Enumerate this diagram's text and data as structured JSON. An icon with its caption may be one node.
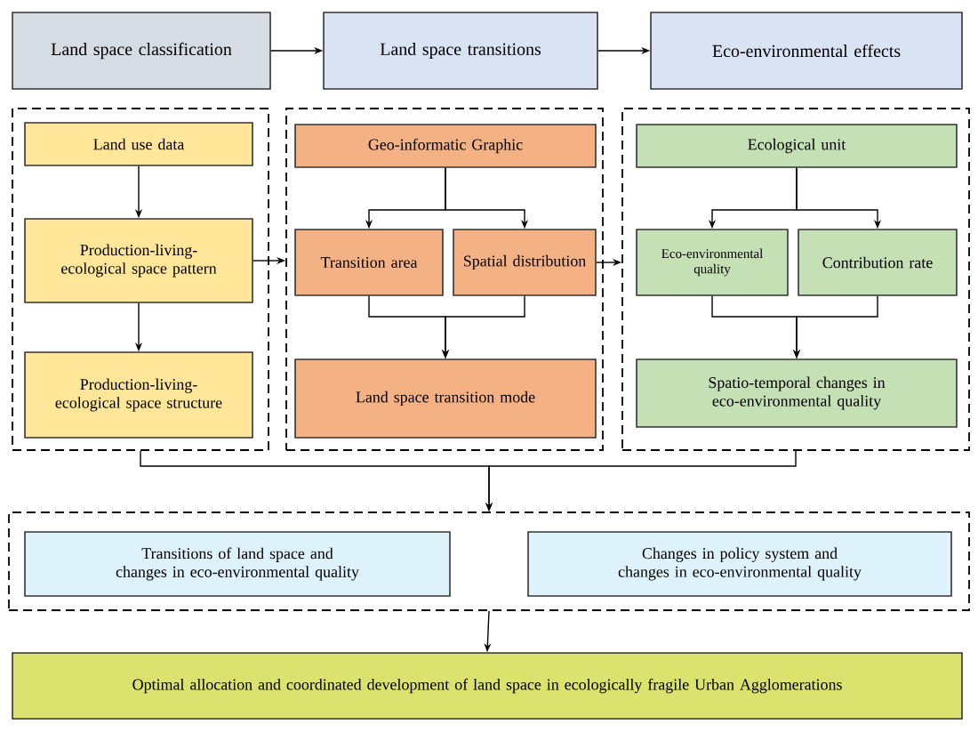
{
  "diagram": {
    "nodes": [
      {
        "text": [
          "Land space classification"
        ]
      },
      {
        "text": [
          "Land space transitions"
        ]
      },
      {
        "text": [
          "Eco-environmental effects"
        ]
      },
      {
        "text": [],
        "shape": "box"
      },
      {
        "text": [
          "Land use data"
        ],
        "in": 3
      },
      {
        "text": [
          "Production-living-ecological space pattern"
        ],
        "in": 3
      },
      {
        "text": [
          "Production-living-ecological space structure"
        ],
        "in": 3
      },
      {
        "text": [],
        "shape": "box"
      },
      {
        "text": [
          "Geo-informatic Graphic"
        ],
        "in": 7
      },
      {
        "text": [
          "Transition area"
        ],
        "in": 7
      },
      {
        "text": [
          "Spatial distribution"
        ],
        "in": 7
      },
      {
        "text": [
          "Land space transition mode"
        ],
        "in": 7
      },
      {
        "text": [],
        "shape": "box"
      },
      {
        "text": [
          "Ecological unit"
        ],
        "in": 12
      },
      {
        "text": [
          "Eco-environmental quality"
        ],
        "in": 12
      },
      {
        "text": [
          "Contribution rate"
        ],
        "in": 12
      },
      {
        "text": [
          "Spatio-temporal changes in eco-environmental quality"
        ],
        "in": 12
      },
      {
        "text": [],
        "shape": "box"
      },
      {
        "text": [
          "Transitions of land space and changes in eco-environmental quality"
        ],
        "in": 17
      },
      {
        "text": [
          "Changes in policy system and changes in eco-environmental quality"
        ],
        "in": 17
      },
      {
        "text": [
          "Optimal allocation and coordinated development of land space in ecologically fragile Urban Agglomerations"
        ]
      }
    ],
    "edges": [
      {
        "from": 0,
        "to": 1,
        "arrow": "to"
      },
      {
        "from": 1,
        "to": 2,
        "arrow": "to"
      },
      {
        "from": 4,
        "to": 5,
        "arrow": "to"
      },
      {
        "from": 5,
        "to": 6,
        "arrow": "to"
      },
      {
        "from": 5,
        "to": 7,
        "arrow": "to"
      },
      {
        "from": 8,
        "to": 9,
        "arrow": "to"
      },
      {
        "from": 8,
        "to": 10,
        "arrow": "to"
      },
      {
        "from": 9,
        "to": 11,
        "arrow": "to"
      },
      {
        "from": 10,
        "to": 11,
        "arrow": "to"
      },
      {
        "from": 10,
        "to": 12,
        "arrow": "to"
      },
      {
        "from": 13,
        "to": 14,
        "arrow": "to"
      },
      {
        "from": 13,
        "to": 15,
        "arrow": "to"
      },
      {
        "from": 14,
        "to": 16,
        "arrow": "to"
      },
      {
        "from": 15,
        "to": 16,
        "arrow": "to"
      },
      {
        "from": 3,
        "to": 17,
        "arrow": "to"
      },
      {
        "from": 12,
        "to": 17,
        "arrow": "to"
      },
      {
        "from": 17,
        "to": 20,
        "arrow": "to"
      }
    ]
  }
}
